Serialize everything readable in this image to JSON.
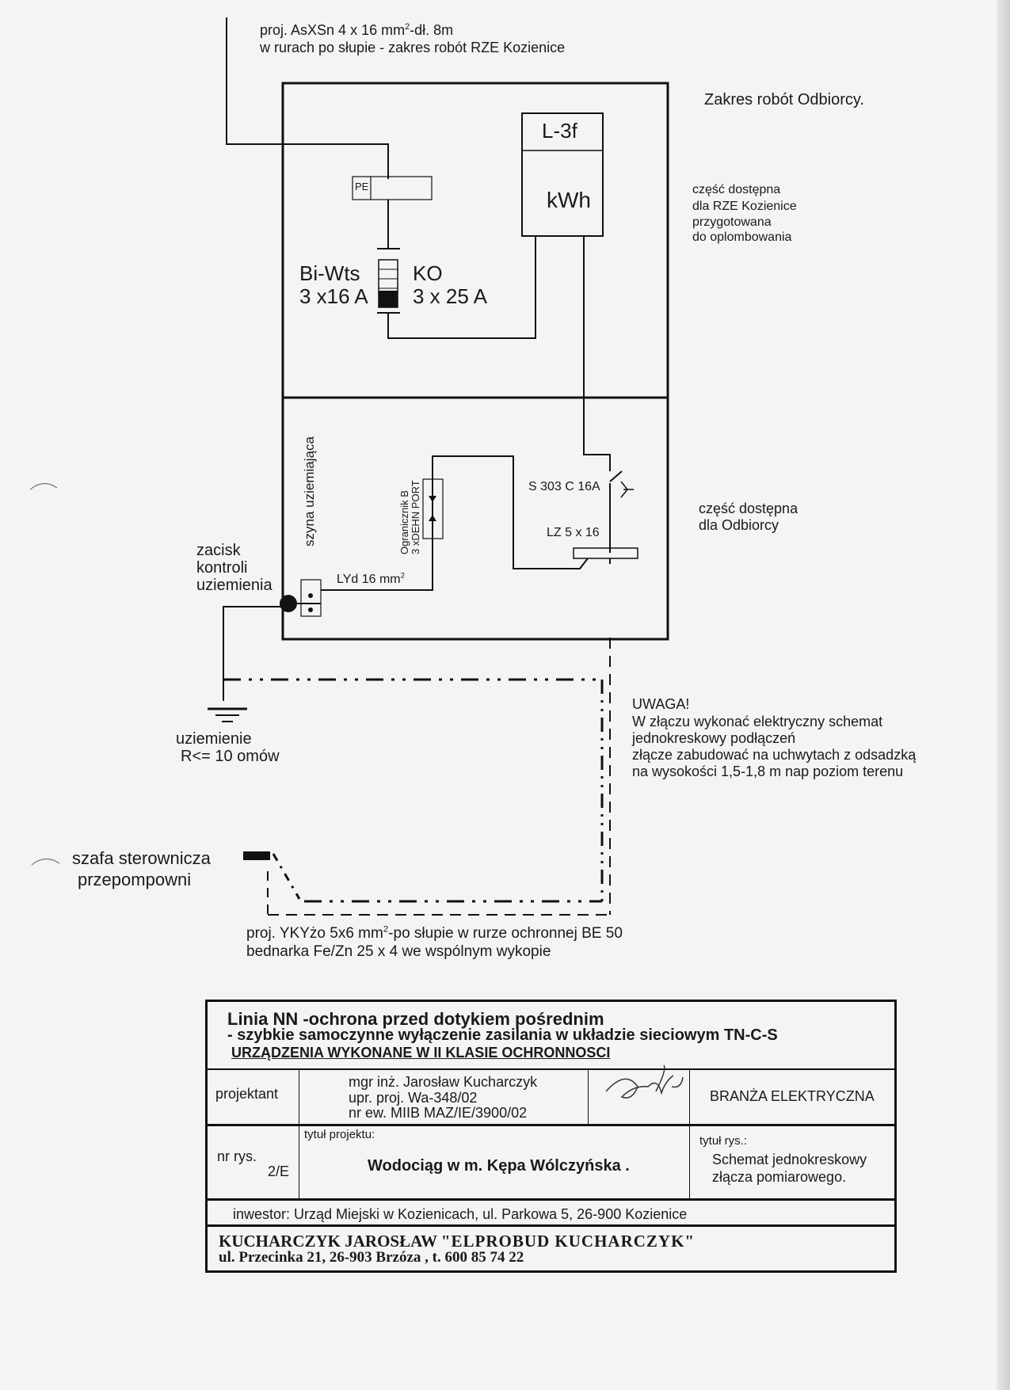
{
  "diagram": {
    "cable_top": {
      "line1_a": "proj. AsXSn 4 x 16 mm",
      "line1_sup": "2",
      "line1_b": "-dł. 8m",
      "line2": "w rurach po słupie - zakres robót RZE Kozienice"
    },
    "zakres_odbiorcy": "Zakres robót Odbiorcy.",
    "meter_label": "L-3f",
    "meter_unit": "kWh",
    "pe_label": "PE",
    "bi_wts": {
      "name": "Bi-Wts",
      "rating": "3 x16 A"
    },
    "ko": {
      "name": "KO",
      "rating": "3 x 25 A"
    },
    "part_rze": [
      "część dostępna",
      "dla RZE Kozienice",
      "przygotowana",
      "do oplombowania"
    ],
    "szyna": "szyna uziemiająca",
    "ogranicznik": [
      "Ogranicznik B",
      "3 xDEHN PORT"
    ],
    "s303": "S 303 C 16A",
    "lz": "LZ 5 x 16",
    "part_odbiorcy": [
      "część dostępna",
      "dla Odbiorcy"
    ],
    "zacisk": [
      "zacisk",
      "kontroli",
      "uziemienia"
    ],
    "lyd_a": "LYd 16 mm",
    "lyd_sup": "2",
    "uziemienie": [
      "uziemienie",
      "R<= 10 omów"
    ],
    "uwaga": [
      "UWAGA!",
      "W złączu wykonać elektryczny schemat",
      "jednokreskowy podłączeń",
      "złącze zabudować na uchwytach z odsadzką",
      "na wysokości 1,5-1,8 m nap poziom terenu"
    ],
    "szafa": [
      "szafa  sterownicza",
      "przepompowni"
    ],
    "cable_bottom": {
      "line1_a": "proj. YKYżo 5x6 mm",
      "line1_sup": "2",
      "line1_b": "-po słupie w rurze ochronnej BE 50",
      "line2": "bednarka Fe/Zn 25 x 4 we wspólnym wykopie"
    }
  },
  "title_block": {
    "heading1": "Linia NN  -ochrona przed dotykiem pośrednim",
    "heading2": "- szybkie samoczynne wyłączenie zasilania w układzie sieciowym TN-C-S",
    "heading3": "URZĄDZENIA WYKONANE W  II KLASIE OCHRONNOSCI",
    "projektant_label": "projektant",
    "designer": [
      "mgr inż. Jarosław Kucharczyk",
      "upr. proj. Wa-348/02",
      "nr ew. MIIB MAZ/IE/3900/02"
    ],
    "branza": "BRANŻA ELEKTRYCZNA",
    "nr_rys_label": "nr rys.",
    "nr_rys": "2/E",
    "tytul_projektu_label": "tytuł projektu:",
    "tytul_projektu": "Wodociąg w m. Kępa Wólczyńska .",
    "tytul_rys_label": "tytuł rys.:",
    "tytul_rys": [
      "Schemat jednokreskowy",
      "złącza pomiarowego."
    ],
    "inwestor": "inwestor: Urząd Miejski w Kozienicach, ul. Parkowa 5, 26-900 Kozienice",
    "company_line1a": "KUCHARCZYK JAROSŁAW",
    "company_line1b": "\"ELPROBUD KUCHARCZYK\"",
    "company_line2": "ul. Przecinka 21, 26-903 Brzóza , t. 600 85 74 22"
  }
}
